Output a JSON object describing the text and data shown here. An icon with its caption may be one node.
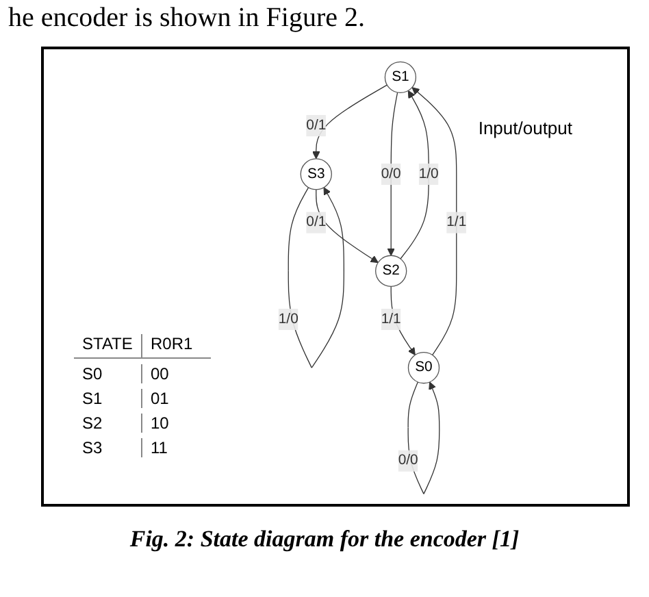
{
  "diagram": {
    "caption": "Fig. 2: State diagram for the encoder [1]",
    "nodes": [
      {
        "text": [
          "S1"
        ]
      },
      {
        "text": [
          "S0"
        ]
      },
      {
        "text": [
          "S3"
        ]
      },
      {
        "text": [
          "S2"
        ]
      }
    ],
    "edges": [
      {
        "from": 1,
        "to": 1,
        "label": "0/0",
        "arrow": "to"
      },
      {
        "from": 1,
        "to": 0,
        "label": "1/1",
        "arrow": "to"
      },
      {
        "from": 0,
        "to": 2,
        "label": "0/1",
        "arrow": "to"
      },
      {
        "from": 0,
        "to": 3,
        "label": "0/0",
        "arrow": "to"
      },
      {
        "from": 3,
        "to": 0,
        "label": "1/0",
        "arrow": "to"
      },
      {
        "from": 2,
        "to": 2,
        "label": "1/0",
        "arrow": "to"
      },
      {
        "from": 2,
        "to": 3,
        "label": "0/1",
        "arrow": "to"
      },
      {
        "from": 3,
        "to": 1,
        "label": "1/1",
        "arrow": "to"
      }
    ],
    "labels": [
      "he encoder is shown in Figure 2.",
      "Input/output",
      "STATE",
      "R0R1",
      "S0",
      "00",
      "S1",
      "01",
      "S2",
      "10",
      "S3",
      "11"
    ]
  }
}
